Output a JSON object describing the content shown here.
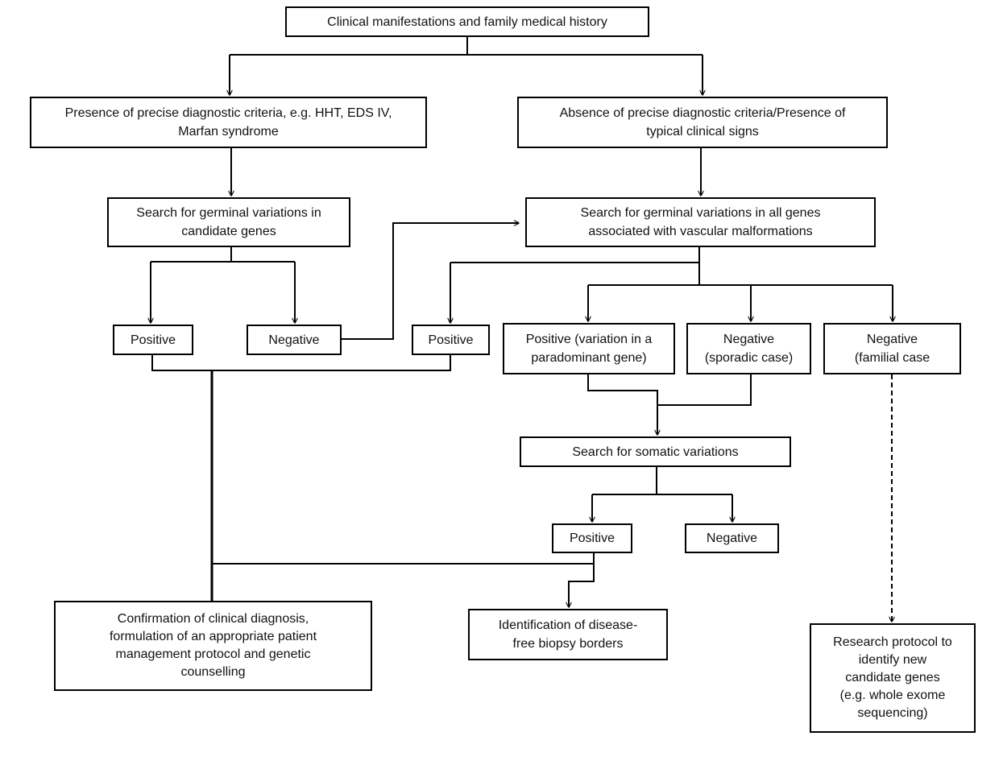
{
  "diagram": {
    "nodes": {
      "clinical_history": "Clinical manifestations and family medical history",
      "precise_criteria": "Presence of precise diagnostic criteria, e.g. HHT, EDS IV,\nMarfan syndrome",
      "absence_criteria": "Absence of precise diagnostic criteria/Presence of\ntypical clinical signs",
      "search_candidate_genes": "Search for germinal variations in\ncandidate genes",
      "search_all_genes": "Search for germinal variations in all genes\nassociated with vascular malformations",
      "candidate_positive": "Positive",
      "candidate_negative": "Negative",
      "allgenes_positive": "Positive",
      "positive_paradominant": "Positive (variation in a\nparadominant gene)",
      "negative_sporadic": "Negative\n(sporadic case)",
      "negative_familial": "Negative\n(familial case",
      "search_somatic": "Search for somatic variations",
      "somatic_positive": "Positive",
      "somatic_negative": "Negative",
      "confirmation": "Confirmation of clinical diagnosis,\nformulation of an appropriate patient\nmanagement protocol and genetic\ncounselling",
      "identification_borders": "Identification of disease-\nfree biopsy borders",
      "research_protocol": "Research protocol to\nidentify new\ncandidate genes\n(e.g. whole exome\nsequencing)"
    }
  }
}
